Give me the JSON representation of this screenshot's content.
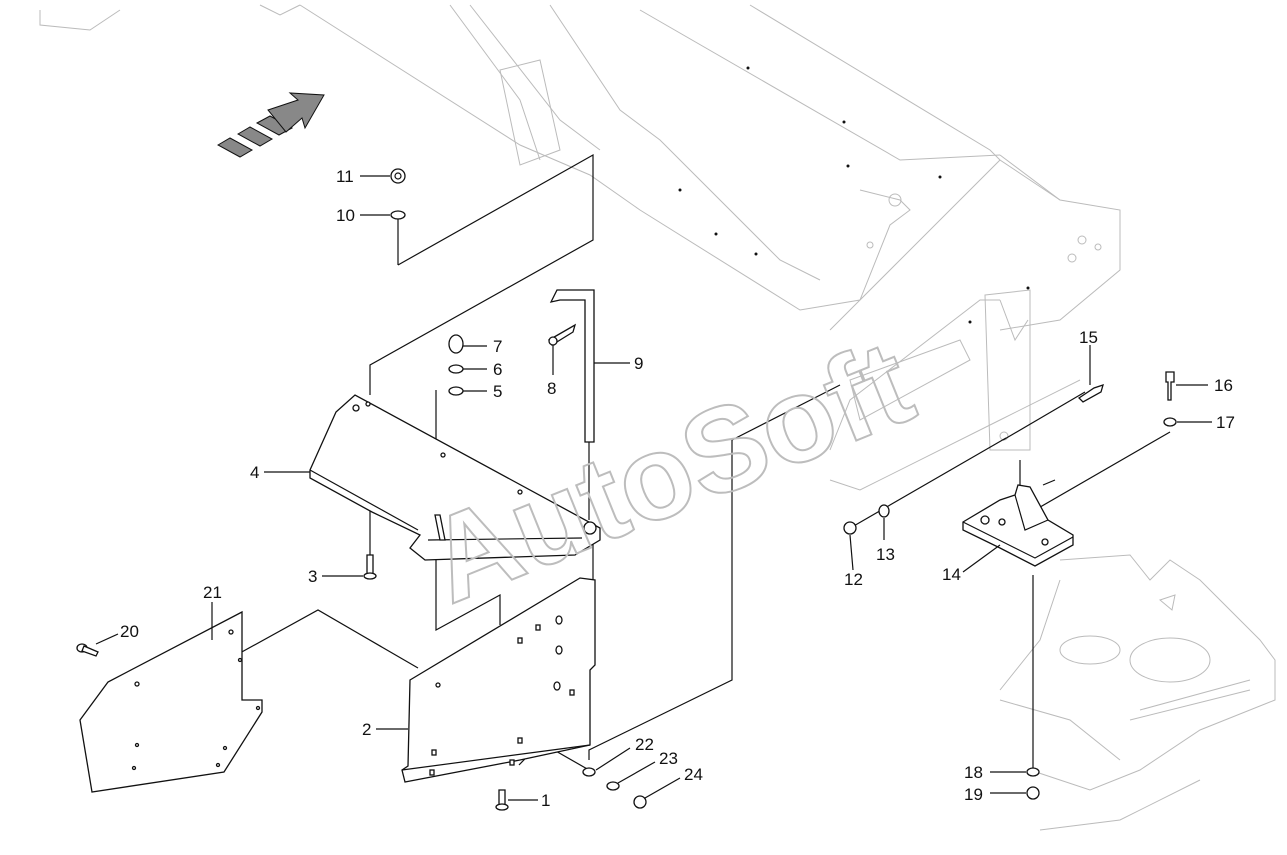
{
  "watermark": "AutoSoft",
  "callouts": [
    {
      "id": "label-1",
      "text": "1"
    },
    {
      "id": "label-2",
      "text": "2"
    },
    {
      "id": "label-3",
      "text": "3"
    },
    {
      "id": "label-4",
      "text": "4"
    },
    {
      "id": "label-5",
      "text": "5"
    },
    {
      "id": "label-6",
      "text": "6"
    },
    {
      "id": "label-7",
      "text": "7"
    },
    {
      "id": "label-8",
      "text": "8"
    },
    {
      "id": "label-9",
      "text": "9"
    },
    {
      "id": "label-10",
      "text": "10"
    },
    {
      "id": "label-11",
      "text": "11"
    },
    {
      "id": "label-12",
      "text": "12"
    },
    {
      "id": "label-13",
      "text": "13"
    },
    {
      "id": "label-14",
      "text": "14"
    },
    {
      "id": "label-15",
      "text": "15"
    },
    {
      "id": "label-16",
      "text": "16"
    },
    {
      "id": "label-17",
      "text": "17"
    },
    {
      "id": "label-18",
      "text": "18"
    },
    {
      "id": "label-19",
      "text": "19"
    },
    {
      "id": "label-20",
      "text": "20"
    },
    {
      "id": "label-21",
      "text": "21"
    },
    {
      "id": "label-22",
      "text": "22"
    },
    {
      "id": "label-23",
      "text": "23"
    },
    {
      "id": "label-24",
      "text": "24"
    }
  ]
}
